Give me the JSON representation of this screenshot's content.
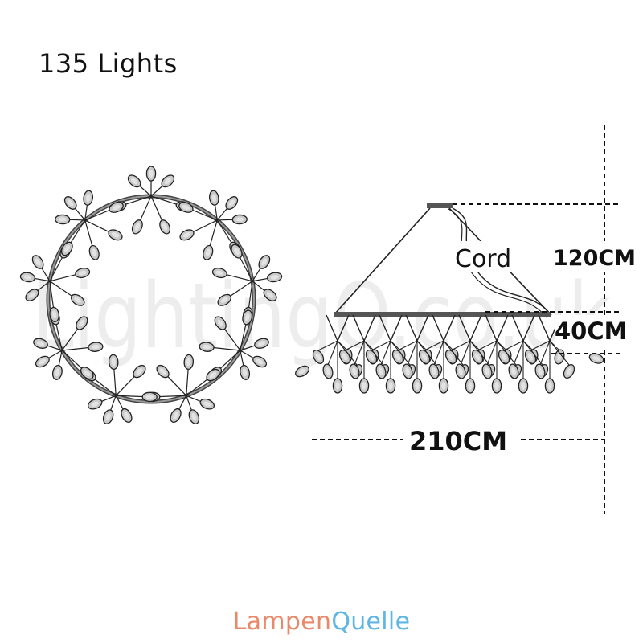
{
  "title": "135 Lights",
  "labels": {
    "cord": "Cord",
    "height_cord": "120CM",
    "height_body": "40CM",
    "width": "210CM"
  },
  "watermark": "LightingO.co.uk",
  "brand": {
    "part1": "Lampen",
    "part2": "Quelle",
    "color1": "#e8896b",
    "color2": "#5fb6e3"
  }
}
